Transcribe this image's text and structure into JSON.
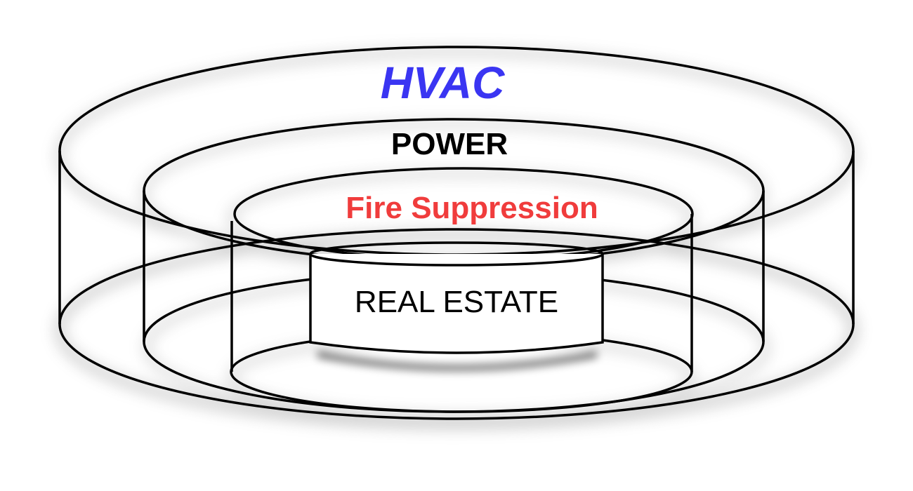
{
  "diagram": {
    "layers": [
      {
        "label": "HVAC",
        "color": "#3a35f2"
      },
      {
        "label": "POWER",
        "color": "#000000"
      },
      {
        "label": "Fire Suppression",
        "color": "#f03c3c"
      },
      {
        "label": "REAL ESTATE",
        "color": "#000000"
      }
    ]
  }
}
